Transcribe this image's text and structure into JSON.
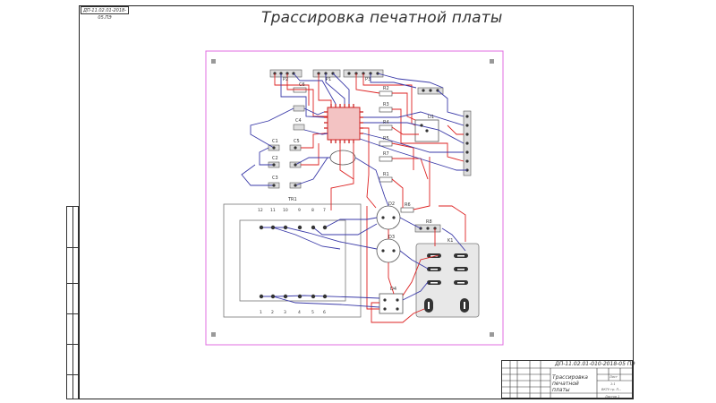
{
  "drawing": {
    "title": "Трассировка печатной платы",
    "stamp_code": "ДП-11.02.01-2018-05.ПЭ",
    "titleblock": {
      "doc_number": "ДП-11.02.01-010-2018-05 ПЭ",
      "name_line1": "Трассировка",
      "name_line2": "печатной платы",
      "scale": "1:1",
      "org": "ВКТУ гр. П...",
      "sheet": "Лист",
      "sheets": "Листов 1"
    }
  },
  "components": {
    "p2": "P2",
    "p1": "P1",
    "p3": "P3",
    "r2": "R2",
    "c6": "C6",
    "c4": "C4",
    "c1": "C1",
    "c5": "C5",
    "c2": "C2",
    "c3": "C3",
    "r3": "R3",
    "r4": "R4",
    "r5": "R5",
    "r1": "R1",
    "r6": "R6",
    "r7": "R7",
    "r8": "R8",
    "d1": "D1",
    "d2": "D2",
    "d3": "D3",
    "d4": "D4",
    "k1": "K1",
    "tr1": "TR1",
    "tr1_pins_top": [
      "12",
      "11",
      "10",
      "9",
      "8",
      "7"
    ],
    "tr1_pins_bottom": [
      "1",
      "2",
      "3",
      "4",
      "5",
      "6"
    ]
  }
}
